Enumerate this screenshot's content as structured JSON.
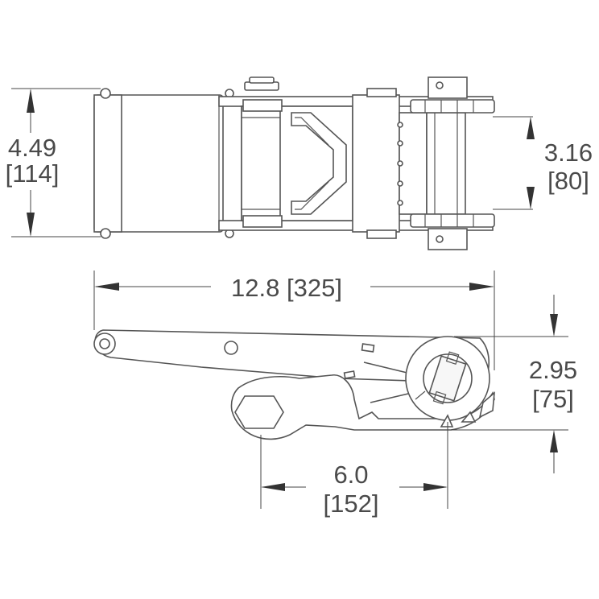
{
  "dimensions": {
    "overall_height": {
      "value": "4.49",
      "metric": "[114]"
    },
    "webbing_width": {
      "value": "3.16",
      "metric": "[80]"
    },
    "overall_length": {
      "label": "12.8 [325]"
    },
    "side_height": {
      "value": "2.95",
      "metric": "[75]"
    },
    "pin_spacing": {
      "value": "6.0",
      "metric": "[152]"
    }
  }
}
